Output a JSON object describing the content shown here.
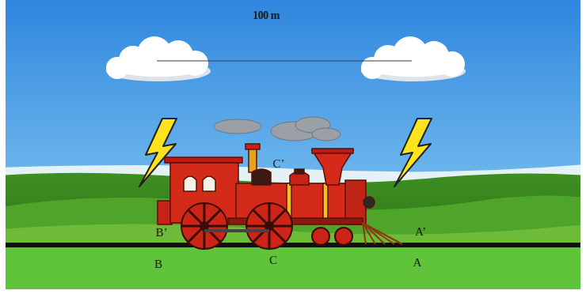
{
  "diagram": {
    "labels": [
      "100 m",
      "C’",
      "B’",
      "A’",
      "B",
      "C",
      "A"
    ]
  }
}
